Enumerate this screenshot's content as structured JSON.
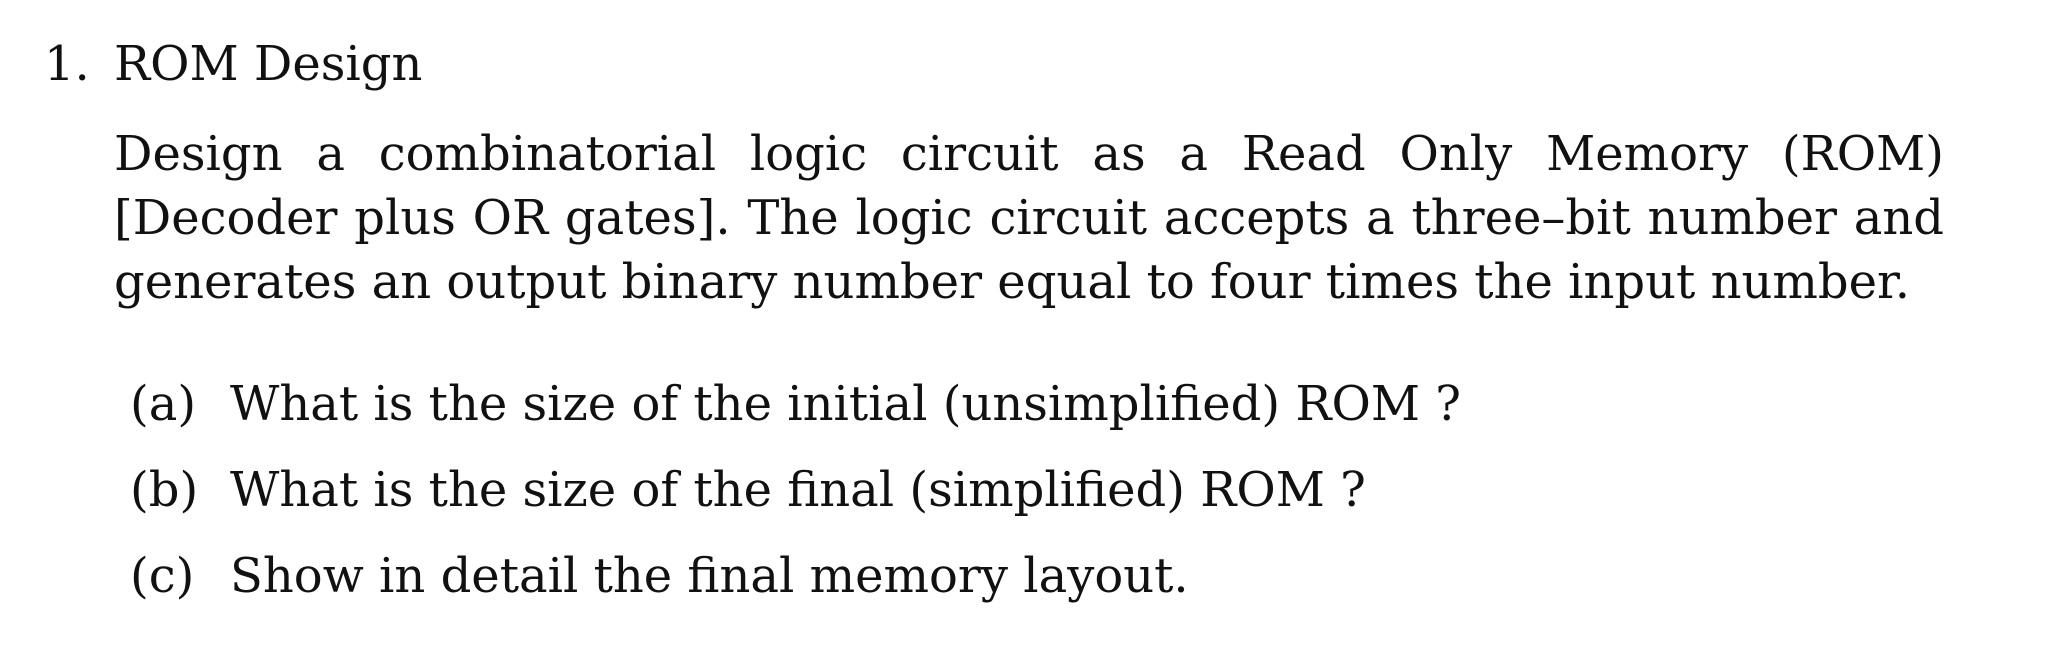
{
  "problem": {
    "number": "1.",
    "title": "ROM Design",
    "paragraph": "Design a combinatorial logic circuit as a Read Only Memory (ROM) [Decoder plus OR gates]. The logic circuit accepts a three–bit number and generates an output binary number equal to four times the input number.",
    "parts": [
      {
        "label": "(a)",
        "text": "What is the size of the initial (unsimplified) ROM ?"
      },
      {
        "label": "(b)",
        "text": "What is the size of the final (simplified) ROM ?"
      },
      {
        "label": "(c)",
        "text": "Show in detail the final memory layout."
      }
    ]
  }
}
